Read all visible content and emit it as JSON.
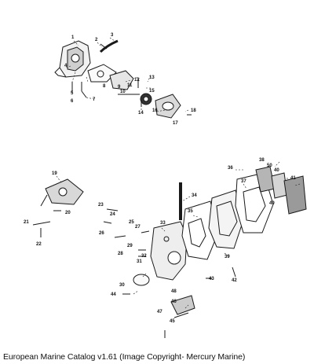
{
  "diagram": {
    "parts": [
      "1",
      "2",
      "3",
      "4",
      "5",
      "6",
      "7",
      "8",
      "9",
      "10",
      "11",
      "12",
      "13",
      "14",
      "15",
      "16",
      "17",
      "18",
      "19",
      "20",
      "21",
      "22",
      "23",
      "24",
      "25",
      "26",
      "27",
      "28",
      "29",
      "30",
      "31",
      "32",
      "33",
      "34",
      "35",
      "36",
      "37",
      "38",
      "39",
      "40",
      "41",
      "42",
      "43",
      "44",
      "45",
      "46",
      "47",
      "48",
      "49",
      "50"
    ]
  },
  "footer": {
    "caption": "European Marine Catalog v1.61 (Image Copyright- Mercury Marine)"
  }
}
